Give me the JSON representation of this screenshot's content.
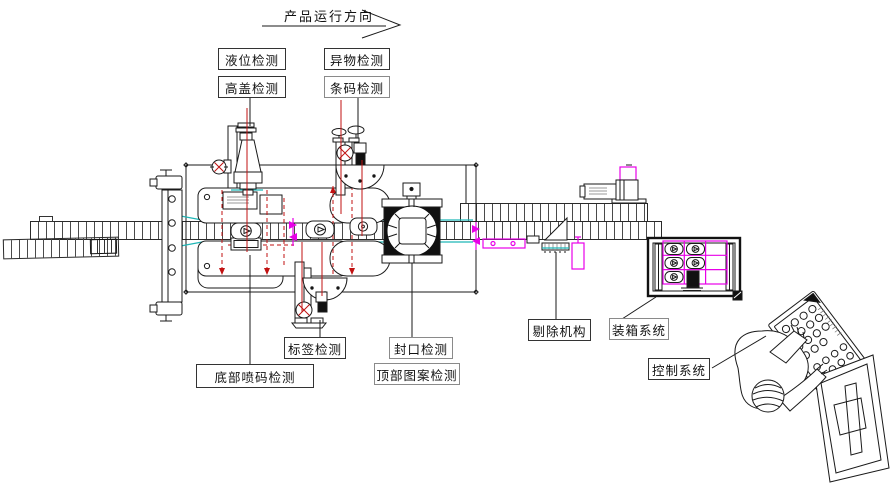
{
  "diagram": {
    "direction_label": "产品运行方向",
    "labels": {
      "liquid_level": "液位检测",
      "high_cap": "高盖检测",
      "foreign_object": "异物检测",
      "barcode": "条码检测",
      "label_check": "标签检测",
      "seal_check": "封口检测",
      "bottom_inkjet": "底部喷码检测",
      "top_pattern": "顶部图案检测",
      "reject_mech": "剔除机构",
      "boxing_system": "装箱系统",
      "control_system": "控制系统"
    },
    "colors": {
      "red": "#c11111",
      "magenta": "#e800e8",
      "cyan": "#1fb6b6",
      "green": "#00a000"
    }
  }
}
